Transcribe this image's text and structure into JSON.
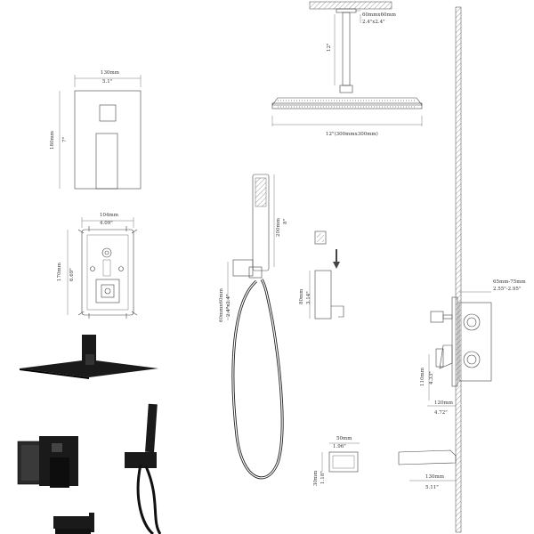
{
  "dims": {
    "ceiling_arm_size_mm": "60mmx60mm",
    "ceiling_arm_size_in": "2.4\"x2.4\"",
    "arm_length": "12\"",
    "head_size": "12\"(300mmx300mm)",
    "plate_width_mm": "130mm",
    "plate_width_in": "5.1\"",
    "plate_height_mm": "180mm",
    "plate_height_in": "7\"",
    "valve_width_mm": "104mm",
    "valve_width_in": "4.09\"",
    "valve_height_mm": "170mm",
    "valve_height_in": "6.69\"",
    "handheld_length_mm": "200mm",
    "handheld_length_in": "8\"",
    "bracket_size_mm": "60mmx60mm",
    "bracket_size_in": "2.4\"x2.4\"",
    "holder_height_mm": "80mm",
    "holder_height_in": "3.14\"",
    "wall_range_mm": "65mm-75mm",
    "wall_range_in": "2.55\"-2.95\"",
    "valve_depth_mm": "110mm",
    "valve_depth_in": "4.33\"",
    "valve_body_mm": "120mm",
    "valve_body_in": "4.72\"",
    "spout_width_mm": "50mm",
    "spout_width_in": "1.96\"",
    "spout_height_mm": "30mm",
    "spout_height_in": "1.18\"",
    "spout_length_mm": "130mm",
    "spout_length_in": "5.11\""
  }
}
